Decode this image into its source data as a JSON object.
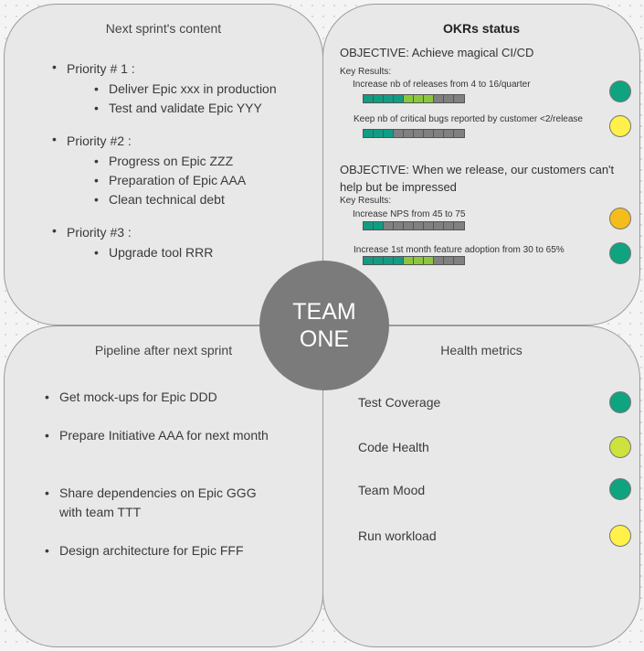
{
  "sprint": {
    "title": "Next sprint's content",
    "priorities": [
      {
        "label": "Priority # 1 :",
        "items": [
          "Deliver Epic xxx in production",
          "Test and validate Epic YYY"
        ]
      },
      {
        "label": "Priority #2 :",
        "items": [
          "Progress on Epic ZZZ",
          "Preparation of Epic AAA",
          "Clean technical debt"
        ]
      },
      {
        "label": "Priority #3 :",
        "items": [
          "Upgrade tool RRR"
        ]
      }
    ]
  },
  "okrs": {
    "title": "OKRs status",
    "objectives": [
      {
        "text": "OBJECTIVE: Achieve magical CI/CD",
        "kr_label": "Key Results:",
        "krs": [
          {
            "text": "Increase nb of releases from 4 to 16/quarter",
            "cells": [
              "#109d84",
              "#109d84",
              "#109d84",
              "#109d84",
              "#8cc63f",
              "#8cc63f",
              "#8cc63f",
              "#808080",
              "#808080",
              "#808080"
            ],
            "status": "#10a37f"
          },
          {
            "text": "Keep nb of critical bugs reported by customer <2/release",
            "cells": [
              "#109d84",
              "#109d84",
              "#109d84",
              "#808080",
              "#808080",
              "#808080",
              "#808080",
              "#808080",
              "#808080",
              "#808080"
            ],
            "status": "#fff04a"
          }
        ]
      },
      {
        "text": "OBJECTIVE: When we release, our customers can't help but be impressed",
        "kr_label": "Key Results:",
        "krs": [
          {
            "text": "Increase NPS from 45 to 75",
            "cells": [
              "#109d84",
              "#109d84",
              "#808080",
              "#808080",
              "#808080",
              "#808080",
              "#808080",
              "#808080",
              "#808080",
              "#808080"
            ],
            "status": "#f5bd1c"
          },
          {
            "text": "Increase 1st month feature adoption from 30 to 65%",
            "cells": [
              "#109d84",
              "#109d84",
              "#109d84",
              "#109d84",
              "#8cc63f",
              "#8cc63f",
              "#8cc63f",
              "#808080",
              "#808080",
              "#808080"
            ],
            "status": "#10a37f"
          }
        ]
      }
    ]
  },
  "pipeline": {
    "title": "Pipeline after next sprint",
    "items": [
      "Get mock-ups for Epic DDD",
      "Prepare Initiative AAA for next month",
      "Share dependencies on Epic GGG with team TTT",
      "Design architecture for Epic FFF"
    ]
  },
  "health": {
    "title": "Health metrics",
    "metrics": [
      {
        "label": "Test Coverage",
        "color": "#10a37f"
      },
      {
        "label": "Code Health",
        "color": "#cde23c"
      },
      {
        "label": "Team Mood",
        "color": "#10a37f"
      },
      {
        "label": "Run workload",
        "color": "#fff04a"
      }
    ]
  },
  "team": {
    "line1": "TEAM",
    "line2": "ONE"
  }
}
